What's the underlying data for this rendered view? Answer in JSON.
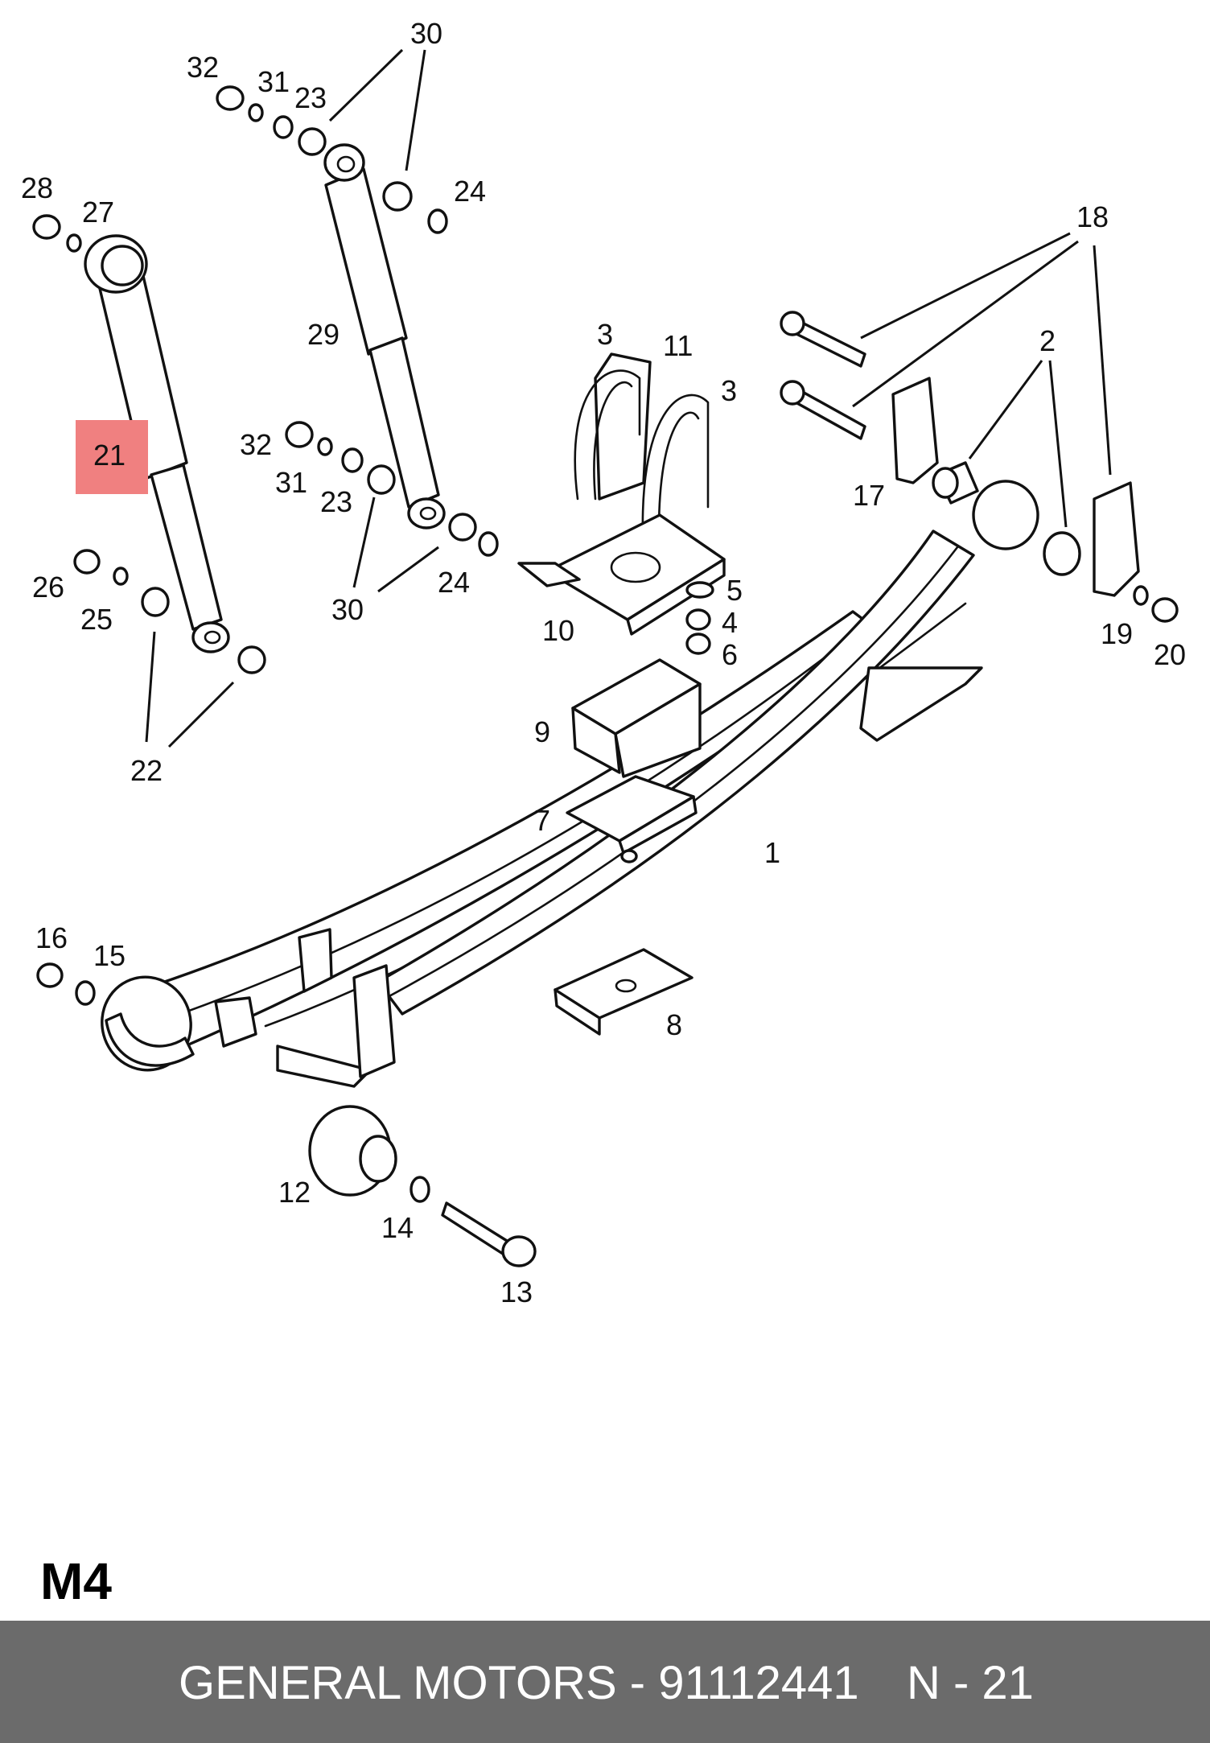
{
  "page_code": "M4",
  "footer": {
    "brand_part": "GENERAL MOTORS - 91112441",
    "page_ref": "N - 21"
  },
  "highlight": {
    "label": "21",
    "color": "#f08080"
  },
  "callouts": {
    "c1": "1",
    "c2": "2",
    "c3a": "3",
    "c3b": "3",
    "c4": "4",
    "c5": "5",
    "c6": "6",
    "c7": "7",
    "c8": "8",
    "c9": "9",
    "c10": "10",
    "c11": "11",
    "c12": "12",
    "c13": "13",
    "c14": "14",
    "c15": "15",
    "c16": "16",
    "c17": "17",
    "c18": "18",
    "c19": "19",
    "c20": "20",
    "c22": "22",
    "c23a": "23",
    "c23b": "23",
    "c24a": "24",
    "c24b": "24",
    "c25": "25",
    "c26": "26",
    "c27": "27",
    "c28": "28",
    "c29": "29",
    "c30a": "30",
    "c30b": "30",
    "c31a": "31",
    "c31b": "31",
    "c32a": "32",
    "c32b": "32"
  }
}
